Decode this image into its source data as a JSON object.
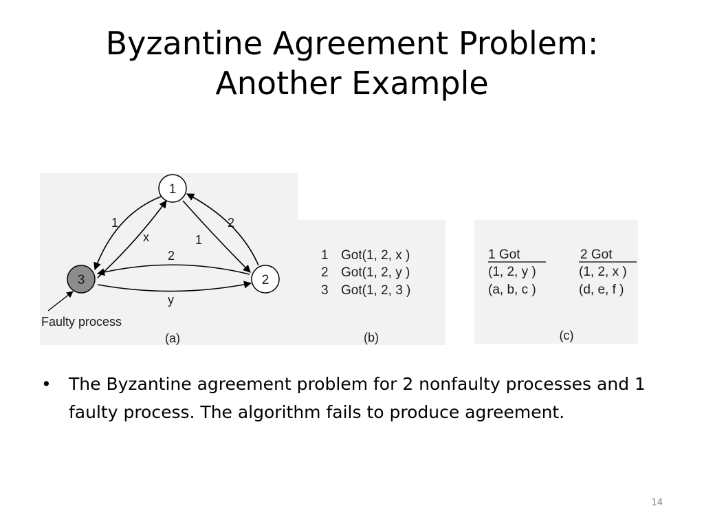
{
  "slide": {
    "title_line1": "Byzantine Agreement Problem:",
    "title_line2": "Another Example",
    "bullet": "The Byzantine agreement problem for 2 nonfaulty processes and 1 faulty process. The algorithm fails to produce agreement.",
    "page_number": "14"
  },
  "figure": {
    "panel_a": {
      "caption": "(a)",
      "nodes": [
        "1",
        "2",
        "3"
      ],
      "edge_labels": {
        "n1_to_n3": "1",
        "n3_to_n1": "x",
        "n2_to_n1": "2",
        "n1_to_n2": "1",
        "n2_to_n3": "2",
        "n3_to_n2": "y"
      },
      "faulty_label": "Faulty process"
    },
    "panel_b": {
      "caption": "(b)",
      "rows": [
        {
          "id": "1",
          "text": "Got(1, 2, x )"
        },
        {
          "id": "2",
          "text": "Got(1, 2, y )"
        },
        {
          "id": "3",
          "text": "Got(1, 2, 3 )"
        }
      ]
    },
    "panel_c": {
      "caption": "(c)",
      "columns": [
        {
          "header": "1 Got",
          "rows": [
            "(1, 2,  y )",
            "(a, b,  c )"
          ]
        },
        {
          "header": "2 Got",
          "rows": [
            "(1, 2,  x )",
            "(d, e,  f  )"
          ]
        }
      ]
    }
  },
  "colors": {
    "panel_background": "#f2f2f2",
    "faulty_node_fill": "#8c8c8c",
    "page_number": "#808080"
  }
}
